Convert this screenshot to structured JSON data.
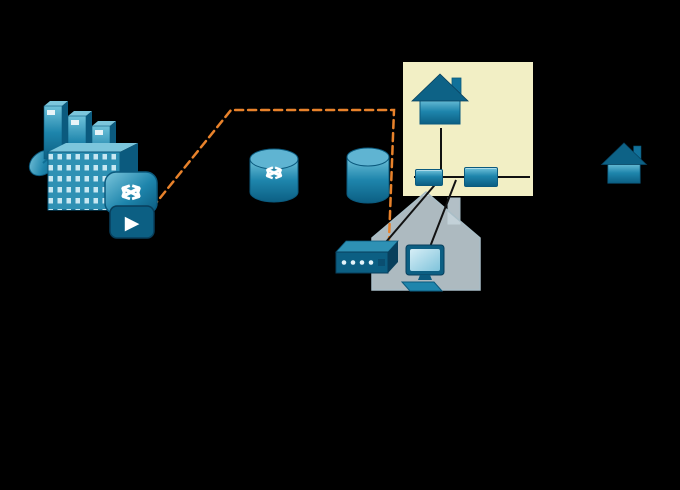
{
  "icons": {
    "bidirectional_arrow": "↔",
    "play": "▶"
  },
  "colors": {
    "background": "#000000",
    "teal_light": "#6FC2DA",
    "teal_mid": "#1E85AC",
    "teal_main": "#1278A0",
    "teal_dark": "#0B5A7E",
    "teal_deep": "#083F5C",
    "panel_yellow": "#F2EFC5",
    "orange_dashed": "#E8822B",
    "house_pale": "#C5D4DB"
  },
  "diagram": {
    "type": "network-topology",
    "nodes": [
      {
        "id": "satellite-dish",
        "kind": "satellite-dish-icon",
        "area": "provider-site"
      },
      {
        "id": "server-towers",
        "kind": "server-tower-icons",
        "count": 3,
        "area": "provider-site"
      },
      {
        "id": "office-building",
        "kind": "building-icon",
        "area": "provider-site"
      },
      {
        "id": "edge-router",
        "kind": "router-icon",
        "area": "provider-site"
      },
      {
        "id": "atm-switch",
        "kind": "atm-switch-cylinder-icon",
        "area": "backbone"
      },
      {
        "id": "network-cylinder",
        "kind": "cylinder-icon",
        "area": "backbone"
      },
      {
        "id": "wiring-panel",
        "kind": "highlight-panel",
        "color": "#F2EFC5"
      },
      {
        "id": "panel-house",
        "kind": "house-icon",
        "area": "wiring-panel"
      },
      {
        "id": "splitter-box",
        "kind": "inline-device-box",
        "area": "wiring-panel"
      },
      {
        "id": "filter-box",
        "kind": "inline-device-box",
        "area": "wiring-panel"
      },
      {
        "id": "home-house",
        "kind": "house-silhouette-icon",
        "area": "home"
      },
      {
        "id": "dsl-modem",
        "kind": "modem-icon",
        "area": "home"
      },
      {
        "id": "desktop-computer",
        "kind": "computer-icon",
        "area": "home"
      },
      {
        "id": "neighbor-house",
        "kind": "house-icon",
        "area": "right"
      }
    ],
    "connections": [
      {
        "from": "edge-router",
        "to": "dsl-modem",
        "style": "dashed",
        "color": "#E8822B"
      },
      {
        "from": "panel-house",
        "to": "splitter-box",
        "style": "solid",
        "color": "#111111"
      },
      {
        "from": "splitter-box",
        "to": "filter-box",
        "style": "solid",
        "color": "#111111"
      },
      {
        "from": "splitter-box",
        "to": "dsl-modem",
        "style": "solid",
        "color": "#111111"
      },
      {
        "from": "splitter-box",
        "to": "desktop-computer",
        "style": "solid",
        "color": "#111111"
      }
    ]
  }
}
